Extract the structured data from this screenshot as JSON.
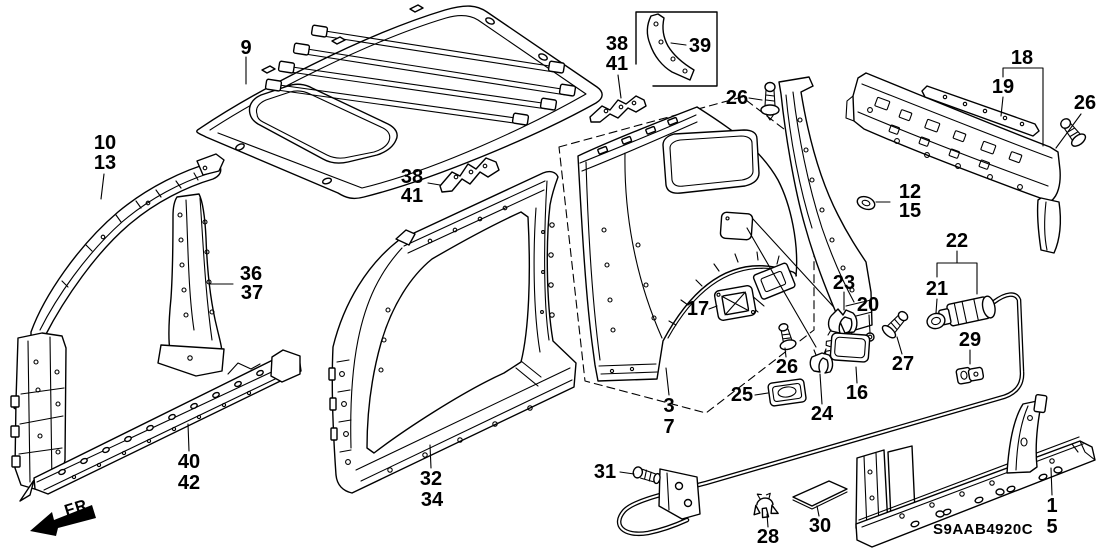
{
  "diagram": {
    "code": "S9AAB4920C",
    "fr_label": "FR.",
    "background_color": "#ffffff",
    "line_color": "#000000",
    "description_icons": [
      "fr-direction-arrow"
    ]
  },
  "callouts": [
    {
      "text": "9"
    },
    {
      "text": "10"
    },
    {
      "text": "13"
    },
    {
      "text": "36"
    },
    {
      "text": "37"
    },
    {
      "text": "38"
    },
    {
      "text": "41"
    },
    {
      "text": "39"
    },
    {
      "text": "26"
    },
    {
      "text": "38"
    },
    {
      "text": "41"
    },
    {
      "text": "18"
    },
    {
      "text": "19"
    },
    {
      "text": "26"
    },
    {
      "text": "12"
    },
    {
      "text": "15"
    },
    {
      "text": "22"
    },
    {
      "text": "21"
    },
    {
      "text": "23"
    },
    {
      "text": "20"
    },
    {
      "text": "27"
    },
    {
      "text": "29"
    },
    {
      "text": "16"
    },
    {
      "text": "17"
    },
    {
      "text": "26"
    },
    {
      "text": "25"
    },
    {
      "text": "24"
    },
    {
      "text": "3"
    },
    {
      "text": "7"
    },
    {
      "text": "40"
    },
    {
      "text": "42"
    },
    {
      "text": "32"
    },
    {
      "text": "34"
    },
    {
      "text": "31"
    },
    {
      "text": "28"
    },
    {
      "text": "30"
    },
    {
      "text": "1"
    },
    {
      "text": "5"
    }
  ]
}
